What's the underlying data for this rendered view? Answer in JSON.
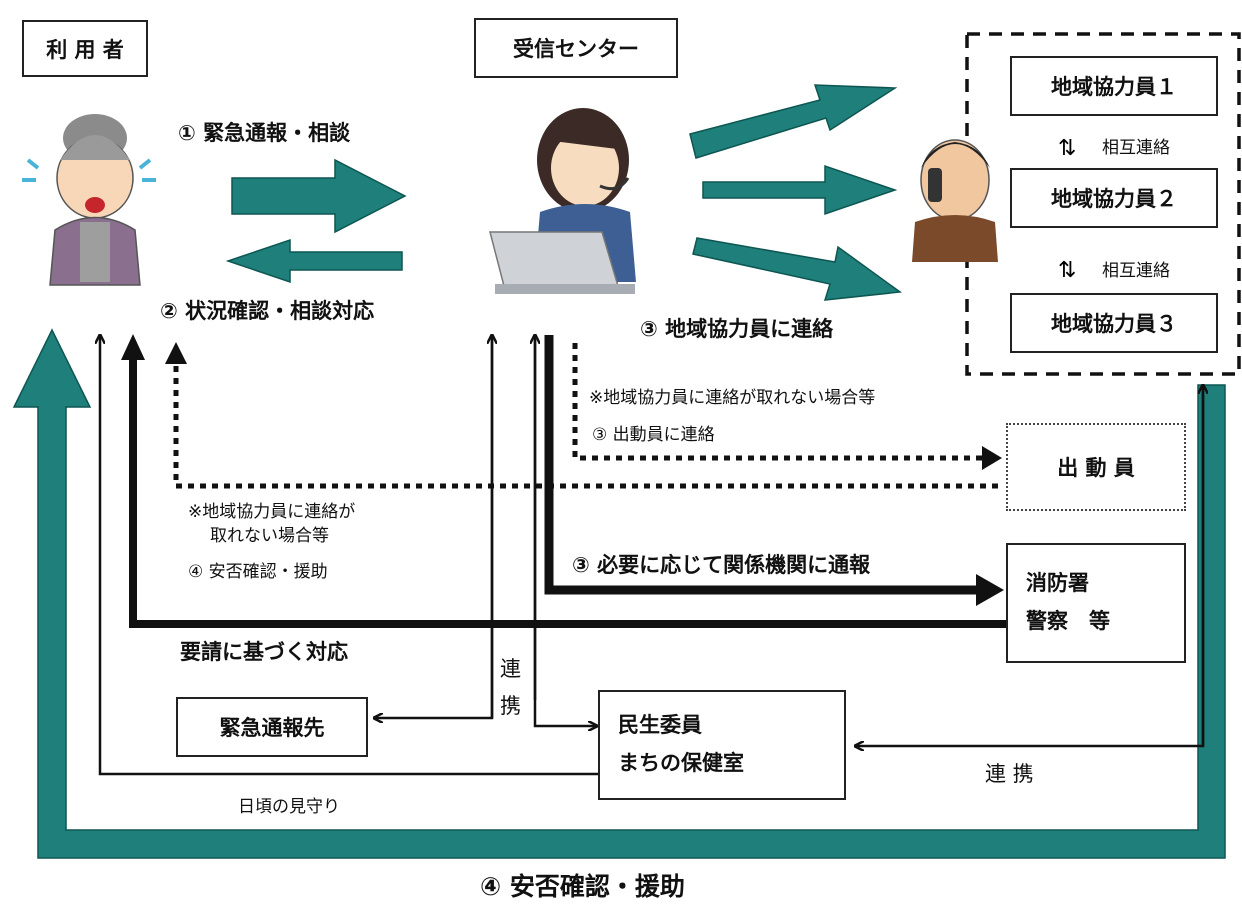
{
  "roles": {
    "user": "利 用 者",
    "center": "受信センター"
  },
  "helpers": {
    "h1": "地域協力員１",
    "h2": "地域協力員２",
    "h3": "地域協力員３",
    "mutual1": "相互連絡",
    "mutual2": "相互連絡"
  },
  "steps": {
    "emergency_call": "① 緊急通報・相談",
    "status_check": "② 状況確認・相談対応",
    "contact_helpers": "③ 地域協力員に連絡",
    "note_center": "※地域協力員に連絡が取れない場合等",
    "contact_dispatch": "③ 出動員に連絡",
    "note_left_1": "※地域協力員に連絡が",
    "note_left_2": "取れない場合等",
    "safety_left": "④ 安否確認・援助",
    "report_agencies": "③ 必要に応じて関係機関に通報",
    "request_response": "要請に基づく対応",
    "cooperation_v1": "連",
    "cooperation_v2": "携",
    "cooperation_h": "連 携",
    "daily_watch": "日頃の見守り",
    "safety_bottom": "④ 安否確認・援助"
  },
  "boxes": {
    "dispatch": "出 動 員",
    "fire_1": "消防署",
    "fire_2": "警察　等",
    "emergency_contact": "緊急通報先",
    "welfare_1": "民生委員",
    "welfare_2": "まちの保健室"
  },
  "colors": {
    "teal": "#1f7f7a",
    "black": "#111111"
  }
}
